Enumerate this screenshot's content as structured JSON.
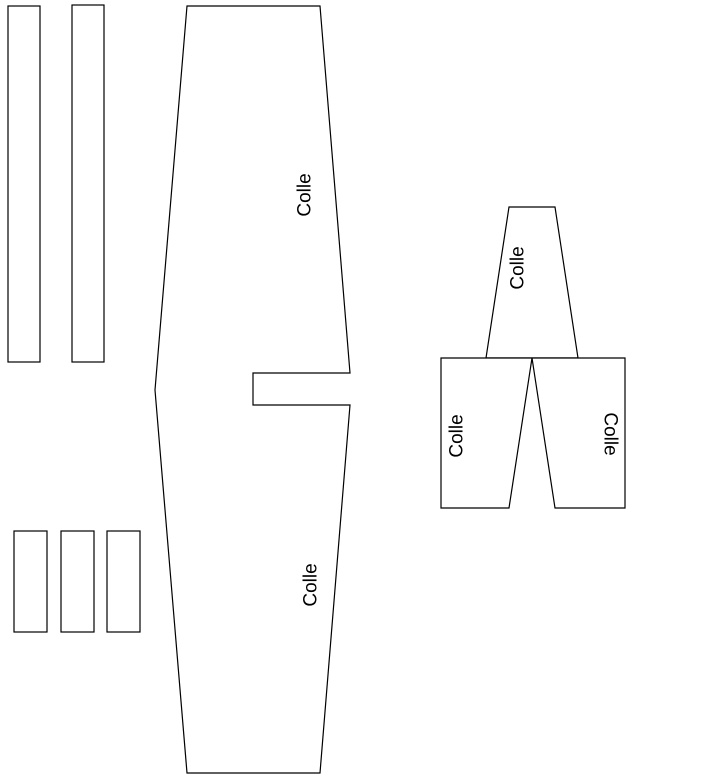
{
  "labels": {
    "wing_upper": "Colle",
    "wing_lower": "Colle",
    "tail_fin": "Colle",
    "tail_left": "Colle",
    "tail_right": "Colle"
  }
}
